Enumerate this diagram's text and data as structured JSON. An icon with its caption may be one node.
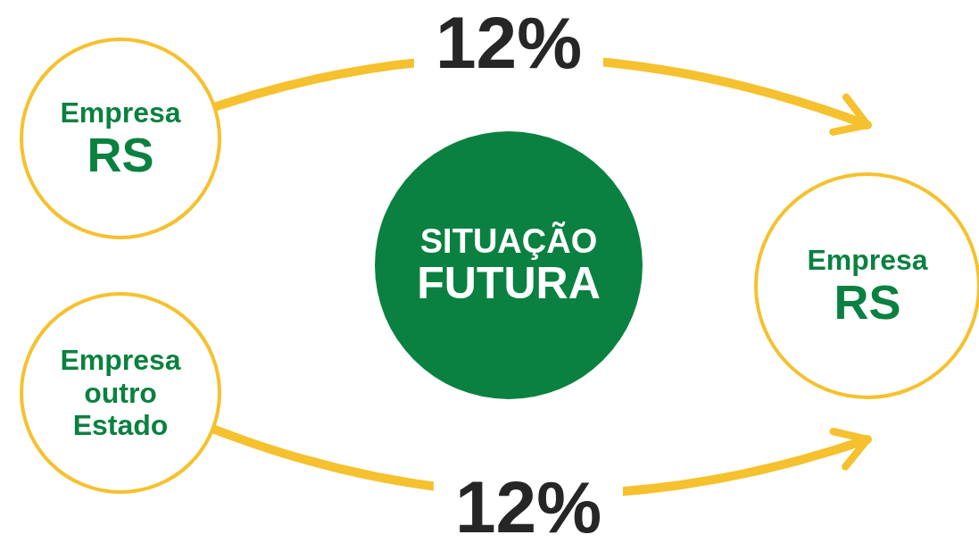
{
  "diagram": {
    "nodes": [
      {
        "text": [
          "Empresa",
          "RS"
        ]
      },
      {
        "text": [
          "Empresa outro Estado"
        ]
      },
      {
        "text": [
          "SITUAÇÃO",
          "FUTURA"
        ]
      },
      {
        "text": [
          "Empresa",
          "RS"
        ]
      }
    ],
    "edges": [
      {
        "from": 0,
        "to": 3,
        "arrow": "to",
        "label": "12%"
      },
      {
        "from": 1,
        "to": 3,
        "arrow": "to",
        "label": "12%"
      }
    ]
  }
}
